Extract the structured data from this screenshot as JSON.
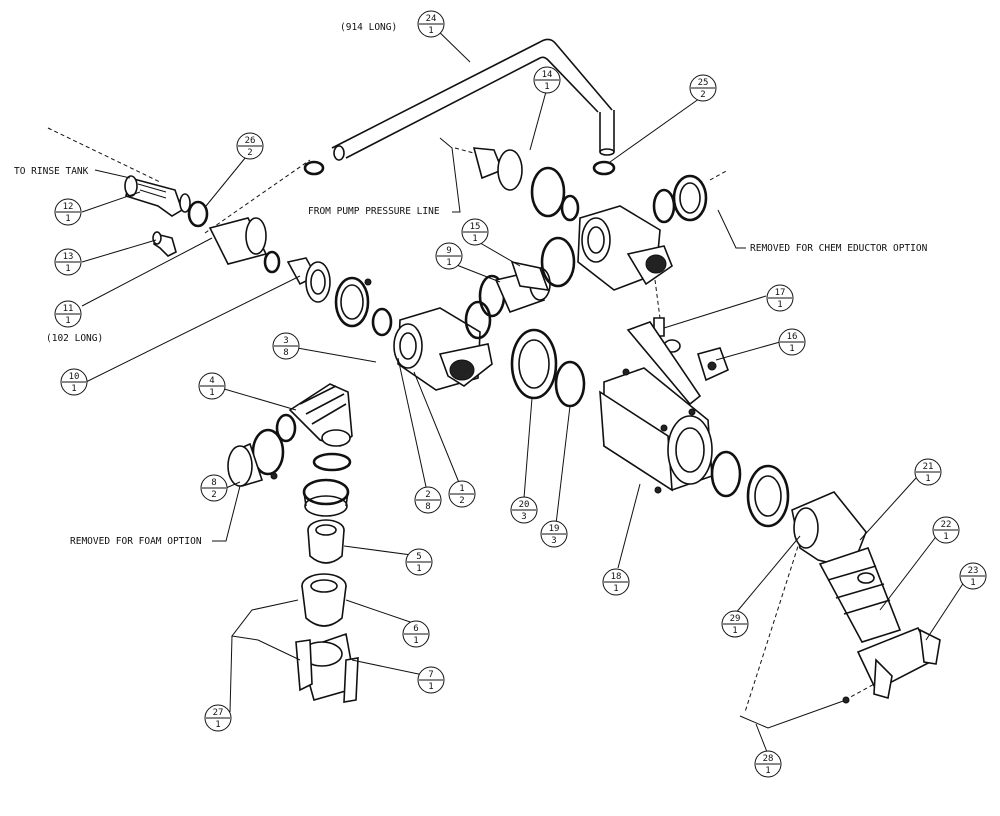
{
  "notes": {
    "length_24": "(914 LONG)",
    "rinse_tank": "TO RINSE TANK",
    "pump_line": "FROM PUMP PRESSURE LINE",
    "chem_eductor": "REMOVED FOR CHEM EDUCTOR OPTION",
    "length_11": "(102 LONG)",
    "foam_option": "REMOVED FOR FOAM OPTION"
  },
  "callouts": [
    {
      "id": "b1",
      "part": "1",
      "qty": "2"
    },
    {
      "id": "b2",
      "part": "2",
      "qty": "8"
    },
    {
      "id": "b3",
      "part": "3",
      "qty": "8"
    },
    {
      "id": "b4",
      "part": "4",
      "qty": "1"
    },
    {
      "id": "b5",
      "part": "5",
      "qty": "1"
    },
    {
      "id": "b6",
      "part": "6",
      "qty": "1"
    },
    {
      "id": "b7",
      "part": "7",
      "qty": "1"
    },
    {
      "id": "b8",
      "part": "8",
      "qty": "2"
    },
    {
      "id": "b9",
      "part": "9",
      "qty": "1"
    },
    {
      "id": "b10",
      "part": "10",
      "qty": "1"
    },
    {
      "id": "b11",
      "part": "11",
      "qty": "1"
    },
    {
      "id": "b12",
      "part": "12",
      "qty": "1"
    },
    {
      "id": "b13",
      "part": "13",
      "qty": "1"
    },
    {
      "id": "b14",
      "part": "14",
      "qty": "1"
    },
    {
      "id": "b15",
      "part": "15",
      "qty": "1"
    },
    {
      "id": "b16",
      "part": "16",
      "qty": "1"
    },
    {
      "id": "b17",
      "part": "17",
      "qty": "1"
    },
    {
      "id": "b18",
      "part": "18",
      "qty": "1"
    },
    {
      "id": "b19",
      "part": "19",
      "qty": "3"
    },
    {
      "id": "b20",
      "part": "20",
      "qty": "3"
    },
    {
      "id": "b21",
      "part": "21",
      "qty": "1"
    },
    {
      "id": "b22",
      "part": "22",
      "qty": "1"
    },
    {
      "id": "b23",
      "part": "23",
      "qty": "1"
    },
    {
      "id": "b24",
      "part": "24",
      "qty": "1"
    },
    {
      "id": "b25",
      "part": "25",
      "qty": "2"
    },
    {
      "id": "b26",
      "part": "26",
      "qty": "2"
    },
    {
      "id": "b27",
      "part": "27",
      "qty": "1"
    },
    {
      "id": "b28",
      "part": "28",
      "qty": "1"
    },
    {
      "id": "b29",
      "part": "29",
      "qty": "1"
    }
  ]
}
